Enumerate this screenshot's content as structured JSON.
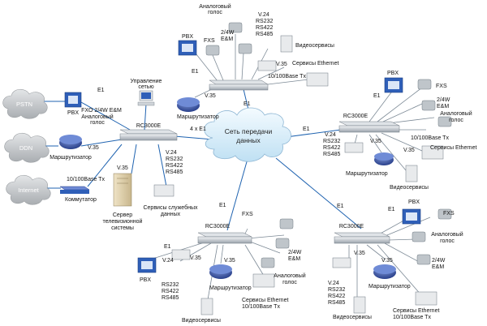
{
  "network": {
    "label_line1": "Сеть передачи",
    "label_line2": "данных"
  },
  "clouds": {
    "pstn": "PSTN",
    "ddn": "DDN",
    "internet": "Internet"
  },
  "common": {
    "device": "RC3000E",
    "e1": "E1",
    "v35": "V.35",
    "pbx": "PBX",
    "fxs": "FXS",
    "fxo": "FXO",
    "two_wire": "2/4W",
    "em": "E&M",
    "analog1": "Аналоговый",
    "analog2": "голос",
    "v24": "V.24",
    "rs232": "RS232",
    "rs422": "RS422",
    "rs485": "RS485",
    "router": "Маршрутизатор",
    "video": "Видеосервисы",
    "ethernet1": "Сервисы Ethernet",
    "ethernet2": "10/100Base Tx",
    "switch": "Коммутатор"
  },
  "left_site": {
    "mgmt1": "Управление",
    "mgmt2": "сетью",
    "fxo_24w_em": "FXO  2/4W E&M",
    "trunk": "4 x E1",
    "server1": "Сервер",
    "server2": "телевизионной",
    "server3": "системы",
    "svc1": "Сервисы служебных",
    "svc2": "данных"
  },
  "top_site": {
    "eth_tx": "10/100Base Tx"
  }
}
